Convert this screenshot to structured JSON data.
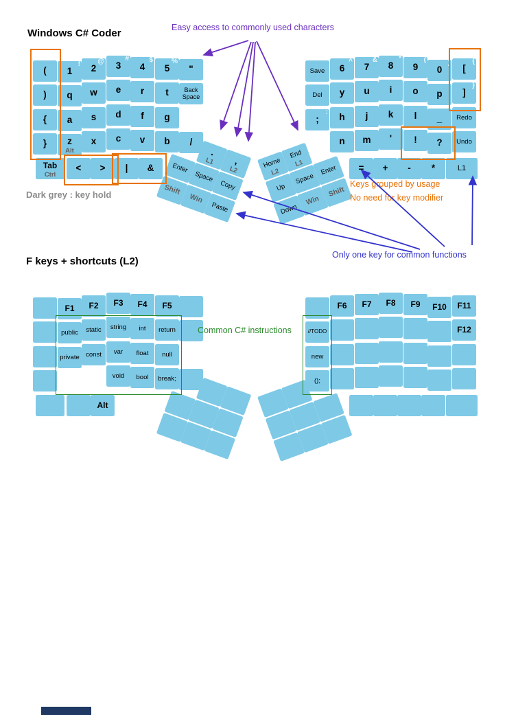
{
  "palette": {
    "key-blue": "#7EC9E6",
    "shift-white": "#EDF9FD",
    "hold-grey": "#5E5E5E",
    "legend-grey": "#8C8C8C",
    "orange": "#E8730A",
    "purple": "#6A2FBF",
    "blue": "#3333CC",
    "green": "#2B8A2B",
    "navy": "#1F3864"
  },
  "titles": {
    "main": "Windows C# Coder",
    "l2": "F keys + shortcuts (L2)"
  },
  "annotations": {
    "easy_access": "Easy access to commonly used characters",
    "dark_grey_legend": "Dark grey : key hold",
    "grouped": "Keys grouped by usage",
    "no_modifier": "No need for key modifier",
    "one_key": "Only one key for common functions",
    "csharp": "Common C# instructions"
  },
  "keyboard_main": {
    "left": {
      "grid": [
        {
          "r": 0,
          "c": 0,
          "label": "("
        },
        {
          "r": 0,
          "c": 1,
          "label": "1",
          "shift": "!"
        },
        {
          "r": 0,
          "c": 2,
          "label": "2",
          "shift": "@"
        },
        {
          "r": 0,
          "c": 3,
          "label": "3",
          "shift": "#"
        },
        {
          "r": 0,
          "c": 4,
          "label": "4",
          "shift": "$"
        },
        {
          "r": 0,
          "c": 5,
          "label": "5",
          "shift": "%"
        },
        {
          "r": 0,
          "c": 6,
          "label": "\""
        },
        {
          "r": 1,
          "c": 0,
          "label": ")"
        },
        {
          "r": 1,
          "c": 1,
          "label": "q"
        },
        {
          "r": 1,
          "c": 2,
          "label": "w"
        },
        {
          "r": 1,
          "c": 3,
          "label": "e"
        },
        {
          "r": 1,
          "c": 4,
          "label": "r"
        },
        {
          "r": 1,
          "c": 5,
          "label": "t"
        },
        {
          "r": 1,
          "c": 6,
          "label": "Back Space",
          "word": true,
          "fs": 9
        },
        {
          "r": 2,
          "c": 0,
          "label": "{"
        },
        {
          "r": 2,
          "c": 1,
          "label": "a"
        },
        {
          "r": 2,
          "c": 2,
          "label": "s"
        },
        {
          "r": 2,
          "c": 3,
          "label": "d"
        },
        {
          "r": 2,
          "c": 4,
          "label": "f"
        },
        {
          "r": 2,
          "c": 5,
          "label": "g"
        },
        {
          "r": 3,
          "c": 0,
          "label": "}"
        },
        {
          "r": 3,
          "c": 1,
          "label": "z",
          "hold": "Alt"
        },
        {
          "r": 3,
          "c": 2,
          "label": "x"
        },
        {
          "r": 3,
          "c": 3,
          "label": "c"
        },
        {
          "r": 3,
          "c": 4,
          "label": "v"
        },
        {
          "r": 3,
          "c": 5,
          "label": "b"
        },
        {
          "r": 3,
          "c": 6,
          "label": "/"
        }
      ],
      "bottom": [
        {
          "label": "Tab",
          "hold": "Ctrl",
          "fs": 12
        },
        {
          "label": "<"
        },
        {
          "label": ">"
        },
        {
          "label": "|"
        },
        {
          "label": "&"
        }
      ],
      "thumb": [
        {
          "r": 0,
          "c": 1,
          "label": ".",
          "hold": "L1"
        },
        {
          "r": 0,
          "c": 2,
          "label": ",",
          "hold": "L2"
        },
        {
          "r": 1,
          "c": 0,
          "label": "Enter",
          "word": true
        },
        {
          "r": 1,
          "c": 1,
          "label": "Space",
          "word": true
        },
        {
          "r": 1,
          "c": 2,
          "label": "Copy",
          "word": true
        },
        {
          "r": 2,
          "c": 0,
          "label": "Shift",
          "grey": true
        },
        {
          "r": 2,
          "c": 1,
          "label": "Win",
          "grey": true
        },
        {
          "r": 2,
          "c": 2,
          "label": "Paste",
          "word": true
        }
      ]
    },
    "right": {
      "grid": [
        {
          "r": 0,
          "c": 0,
          "label": "Save",
          "word": true
        },
        {
          "r": 0,
          "c": 1,
          "label": "6",
          "shift": "^"
        },
        {
          "r": 0,
          "c": 2,
          "label": "7",
          "shift": "&"
        },
        {
          "r": 0,
          "c": 3,
          "label": "8",
          "shift": "*"
        },
        {
          "r": 0,
          "c": 4,
          "label": "9",
          "shift": "("
        },
        {
          "r": 0,
          "c": 5,
          "label": "0",
          "shift": ")"
        },
        {
          "r": 0,
          "c": 6,
          "label": "[",
          "shift": "{"
        },
        {
          "r": 1,
          "c": 0,
          "label": "Del",
          "word": true
        },
        {
          "r": 1,
          "c": 1,
          "label": "y"
        },
        {
          "r": 1,
          "c": 2,
          "label": "u"
        },
        {
          "r": 1,
          "c": 3,
          "label": "i"
        },
        {
          "r": 1,
          "c": 4,
          "label": "o"
        },
        {
          "r": 1,
          "c": 5,
          "label": "p"
        },
        {
          "r": 1,
          "c": 6,
          "label": "]",
          "shift": "}"
        },
        {
          "r": 2,
          "c": 0,
          "label": ";",
          "shift": ":"
        },
        {
          "r": 2,
          "c": 1,
          "label": "h"
        },
        {
          "r": 2,
          "c": 2,
          "label": "j"
        },
        {
          "r": 2,
          "c": 3,
          "label": "k"
        },
        {
          "r": 2,
          "c": 4,
          "label": "l"
        },
        {
          "r": 2,
          "c": 5,
          "label": "_"
        },
        {
          "r": 2,
          "c": 6,
          "label": "Redo",
          "word": true
        },
        {
          "r": 3,
          "c": 1,
          "label": "n"
        },
        {
          "r": 3,
          "c": 2,
          "label": "m"
        },
        {
          "r": 3,
          "c": 3,
          "label": "'"
        },
        {
          "r": 3,
          "c": 4,
          "label": "!"
        },
        {
          "r": 3,
          "c": 5,
          "label": "?"
        },
        {
          "r": 3,
          "c": 6,
          "label": "Undo",
          "word": true
        }
      ],
      "bottom": [
        {
          "label": "="
        },
        {
          "label": "+"
        },
        {
          "label": "-"
        },
        {
          "label": "*"
        },
        {
          "label": "L1",
          "word": true,
          "fs": 11
        }
      ],
      "thumb": [
        {
          "r": 0,
          "c": 0,
          "label": "Home",
          "hold": "L2",
          "word": true
        },
        {
          "r": 0,
          "c": 1,
          "label": "End",
          "hold": "L1",
          "word": true
        },
        {
          "r": 1,
          "c": 0,
          "label": "Up",
          "word": true
        },
        {
          "r": 1,
          "c": 1,
          "label": "Space",
          "word": true
        },
        {
          "r": 1,
          "c": 2,
          "label": "Enter",
          "word": true
        },
        {
          "r": 2,
          "c": 0,
          "label": "Down",
          "word": true
        },
        {
          "r": 2,
          "c": 1,
          "label": "Win",
          "grey": true
        },
        {
          "r": 2,
          "c": 2,
          "label": "Shift",
          "grey": true
        }
      ]
    }
  },
  "keyboard_l2": {
    "left": {
      "grid": [
        {
          "r": 0,
          "c": 0
        },
        {
          "r": 0,
          "c": 1,
          "label": "F1",
          "fs": 12
        },
        {
          "r": 0,
          "c": 2,
          "label": "F2",
          "fs": 12
        },
        {
          "r": 0,
          "c": 3,
          "label": "F3",
          "fs": 12
        },
        {
          "r": 0,
          "c": 4,
          "label": "F4",
          "fs": 12
        },
        {
          "r": 0,
          "c": 5,
          "label": "F5",
          "fs": 12
        },
        {
          "r": 0,
          "c": 6
        },
        {
          "r": 1,
          "c": 0
        },
        {
          "r": 1,
          "c": 1,
          "label": "public",
          "word": true
        },
        {
          "r": 1,
          "c": 2,
          "label": "static",
          "word": true
        },
        {
          "r": 1,
          "c": 3,
          "label": "string",
          "word": true
        },
        {
          "r": 1,
          "c": 4,
          "label": "int",
          "word": true
        },
        {
          "r": 1,
          "c": 5,
          "label": "return",
          "word": true
        },
        {
          "r": 1,
          "c": 6
        },
        {
          "r": 2,
          "c": 0
        },
        {
          "r": 2,
          "c": 1,
          "label": "private",
          "word": true
        },
        {
          "r": 2,
          "c": 2,
          "label": "const",
          "word": true
        },
        {
          "r": 2,
          "c": 3,
          "label": "var",
          "word": true
        },
        {
          "r": 2,
          "c": 4,
          "label": "float",
          "word": true
        },
        {
          "r": 2,
          "c": 5,
          "label": "null",
          "word": true
        },
        {
          "r": 3,
          "c": 0
        },
        {
          "r": 3,
          "c": 3,
          "label": "void",
          "word": true
        },
        {
          "r": 3,
          "c": 4,
          "label": "bool",
          "word": true
        },
        {
          "r": 3,
          "c": 5,
          "label": "break;",
          "word": true
        },
        {
          "r": 3,
          "c": 6
        }
      ],
      "bottom": [
        {},
        {},
        {
          "label": "Alt",
          "fs": 12
        }
      ],
      "thumb": [
        {
          "r": 0,
          "c": 1
        },
        {
          "r": 0,
          "c": 2
        },
        {
          "r": 1,
          "c": 0
        },
        {
          "r": 1,
          "c": 1
        },
        {
          "r": 1,
          "c": 2
        },
        {
          "r": 2,
          "c": 0
        },
        {
          "r": 2,
          "c": 1
        },
        {
          "r": 2,
          "c": 2
        }
      ]
    },
    "right": {
      "grid": [
        {
          "r": 0,
          "c": 0
        },
        {
          "r": 0,
          "c": 1,
          "label": "F6",
          "fs": 12
        },
        {
          "r": 0,
          "c": 2,
          "label": "F7",
          "fs": 12
        },
        {
          "r": 0,
          "c": 3,
          "label": "F8",
          "fs": 12
        },
        {
          "r": 0,
          "c": 4,
          "label": "F9",
          "fs": 12
        },
        {
          "r": 0,
          "c": 5,
          "label": "F10",
          "fs": 12
        },
        {
          "r": 0,
          "c": 6,
          "label": "F11",
          "fs": 12
        },
        {
          "r": 1,
          "c": 0,
          "label": "//TODO",
          "word": true,
          "fs": 8
        },
        {
          "r": 1,
          "c": 1
        },
        {
          "r": 1,
          "c": 2
        },
        {
          "r": 1,
          "c": 3
        },
        {
          "r": 1,
          "c": 4
        },
        {
          "r": 1,
          "c": 5
        },
        {
          "r": 1,
          "c": 6,
          "label": "F12",
          "fs": 12
        },
        {
          "r": 2,
          "c": 0,
          "label": "new",
          "word": true
        },
        {
          "r": 2,
          "c": 1
        },
        {
          "r": 2,
          "c": 2
        },
        {
          "r": 2,
          "c": 3
        },
        {
          "r": 2,
          "c": 4
        },
        {
          "r": 2,
          "c": 5
        },
        {
          "r": 2,
          "c": 6
        },
        {
          "r": 3,
          "c": 0,
          "label": "();",
          "word": true
        },
        {
          "r": 3,
          "c": 1
        },
        {
          "r": 3,
          "c": 2
        },
        {
          "r": 3,
          "c": 3
        },
        {
          "r": 3,
          "c": 4
        },
        {
          "r": 3,
          "c": 5
        },
        {
          "r": 3,
          "c": 6
        }
      ],
      "bottom": [
        {},
        {},
        {},
        {},
        {}
      ],
      "thumb": [
        {
          "r": 0,
          "c": 0
        },
        {
          "r": 0,
          "c": 1
        },
        {
          "r": 1,
          "c": 0
        },
        {
          "r": 1,
          "c": 1
        },
        {
          "r": 1,
          "c": 2
        },
        {
          "r": 2,
          "c": 0
        },
        {
          "r": 2,
          "c": 1
        },
        {
          "r": 2,
          "c": 2
        }
      ]
    }
  }
}
